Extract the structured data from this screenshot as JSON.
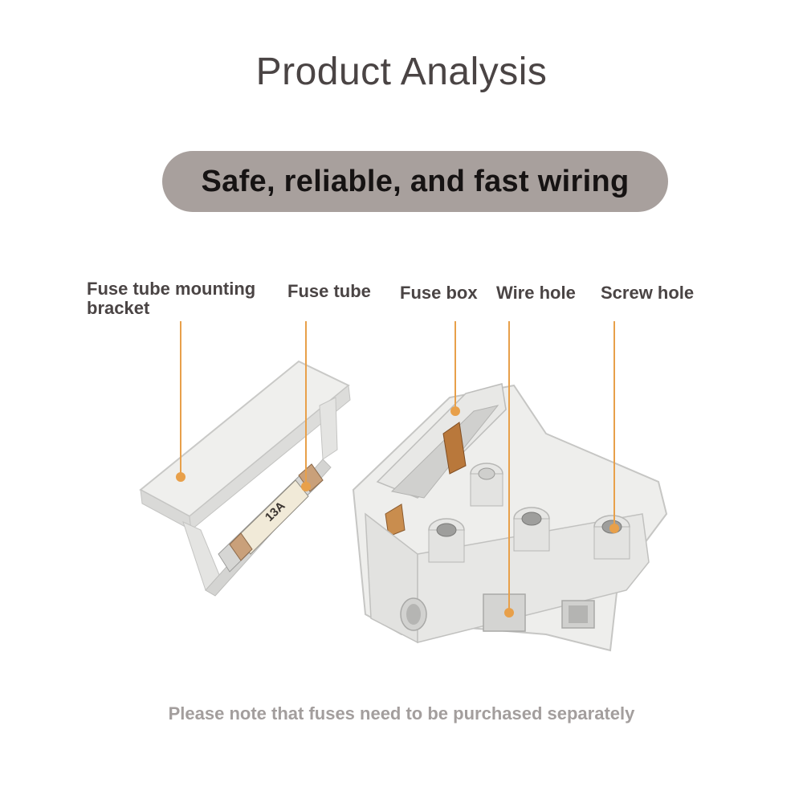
{
  "header": {
    "title": "Product Analysis",
    "subtitle": "Safe, reliable, and fast wiring"
  },
  "labels": {
    "fuse_tube_mounting_bracket_line1": "Fuse tube mounting",
    "fuse_tube_mounting_bracket_line2": "bracket",
    "fuse_tube": "Fuse tube",
    "fuse_box": "Fuse box",
    "wire_hole": "Wire hole",
    "screw_hole": "Screw hole"
  },
  "fuse_marking": "13A",
  "footer": {
    "note": "Please note that fuses need to be purchased separately"
  },
  "colors": {
    "accent_line": "#e8a04a",
    "pill_bg": "#a8a09d",
    "plastic": "#ececea"
  }
}
